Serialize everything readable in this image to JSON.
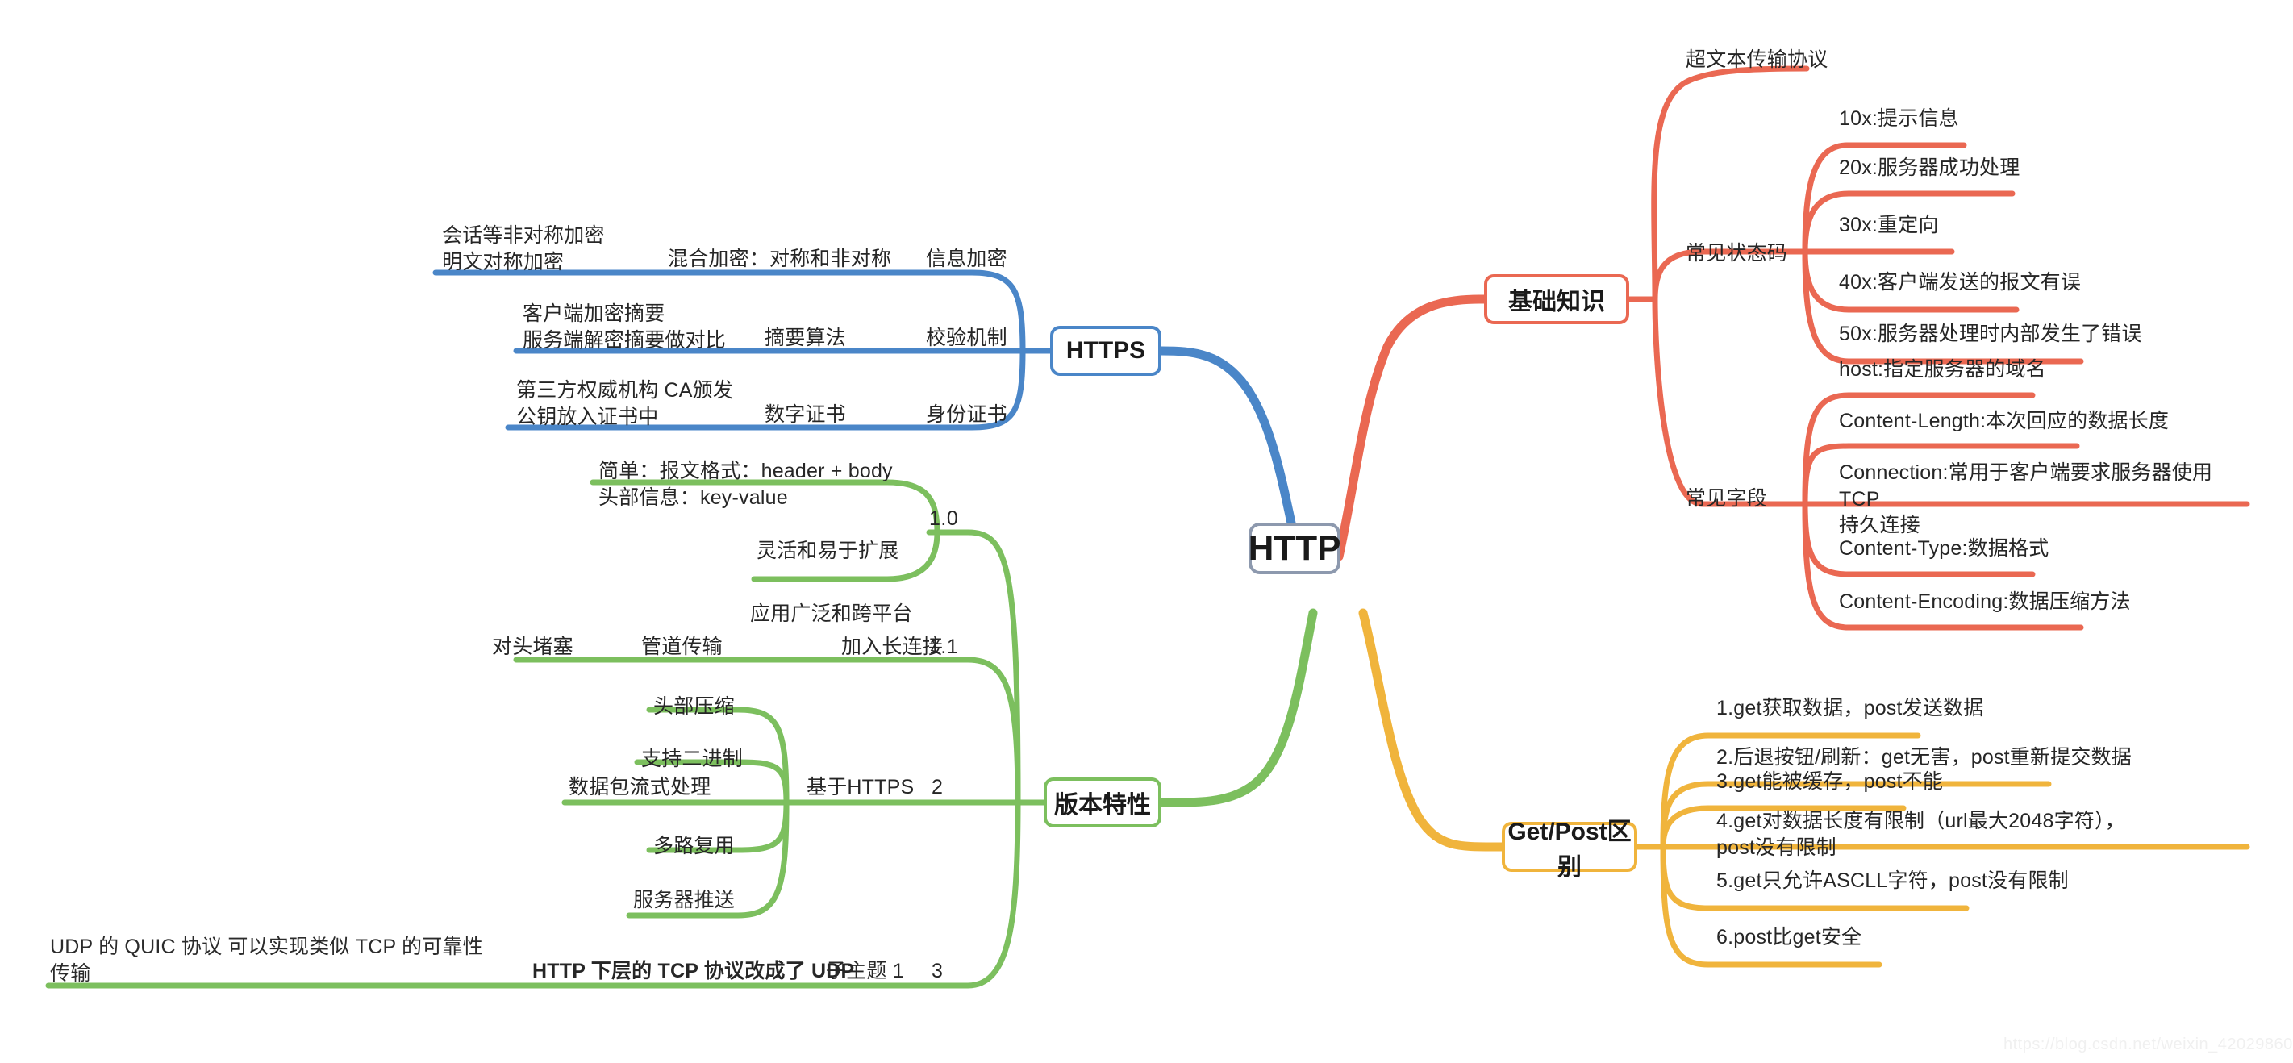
{
  "diagram": {
    "type": "mind-map",
    "root": {
      "label": "HTTP",
      "color": "#8d99ae"
    },
    "watermark": "https://blog.csdn.net/weixin_42029860"
  },
  "branches": {
    "basics": {
      "label": "基础知识",
      "color": "#ea6852",
      "children": [
        {
          "label": "超文本传输协议"
        },
        {
          "label": "常见状态码",
          "children": [
            {
              "label": "10x:提示信息"
            },
            {
              "label": "20x:服务器成功处理"
            },
            {
              "label": "30x:重定向"
            },
            {
              "label": "40x:客户端发送的报文有误"
            },
            {
              "label": "50x:服务器处理时内部发生了错误"
            }
          ]
        },
        {
          "label": "常见字段",
          "children": [
            {
              "label": "host:指定服务器的域名"
            },
            {
              "label": "Content-Length:本次回应的数据长度"
            },
            {
              "label": "Connection:常用于客户端要求服务器使用 TCP\n持久连接"
            },
            {
              "label": "Content-Type:数据格式"
            },
            {
              "label": "Content-Encoding:数据压缩方法"
            }
          ]
        }
      ]
    },
    "getpost": {
      "label": "Get/Post区别",
      "color": "#f0b43c",
      "children": [
        {
          "label": "1.get获取数据，post发送数据"
        },
        {
          "label": "2.后退按钮/刷新：get无害，post重新提交数据"
        },
        {
          "label": "3.get能被缓存，post不能"
        },
        {
          "label": "4.get对数据长度有限制（url最大2048字符），\npost没有限制"
        },
        {
          "label": "5.get只允许ASCLL字符，post没有限制"
        },
        {
          "label": "6.post比get安全"
        }
      ]
    },
    "https": {
      "label": "HTTPS",
      "color": "#4a86c8",
      "children": [
        {
          "label": "信息加密",
          "detail": "混合加密：对称和非对称",
          "leaf": "会话等非对称加密\n明文对称加密"
        },
        {
          "label": "校验机制",
          "detail": "摘要算法",
          "leaf": "客户端加密摘要\n服务端解密摘要做对比"
        },
        {
          "label": "身份证书",
          "detail": "数字证书",
          "leaf": "第三方权威机构 CA颁发\n公钥放入证书中"
        }
      ]
    },
    "versions": {
      "label": "版本特性",
      "color": "#7cbf5e",
      "children": [
        {
          "version": "1.0",
          "features": [
            {
              "label": "简单：报文格式：header + body\n头部信息：key-value"
            },
            {
              "label": "灵活和易于扩展"
            },
            {
              "label": "应用广泛和跨平台"
            }
          ]
        },
        {
          "version": "1.1",
          "features": [
            {
              "label": "加入长连接",
              "mid": "管道传输",
              "leaf": "对头堵塞"
            }
          ]
        },
        {
          "version": "2",
          "features": [
            {
              "label": "基于HTTPS",
              "subs": [
                "头部压缩",
                "支持二进制",
                "数据包流式处理",
                "多路复用",
                "服务器推送"
              ]
            }
          ]
        },
        {
          "version": "3",
          "features": [
            {
              "label": "子主题 1",
              "mid": "HTTP 下层的 TCP 协议改成了 UDP",
              "leaf": "UDP 的 QUIC 协议 可以实现类似 TCP 的可靠性\n传输"
            }
          ]
        }
      ]
    }
  },
  "labels": {
    "root": "HTTP",
    "basics": "基础知识",
    "getpost": "Get/Post区别",
    "https": "HTTPS",
    "versions": "版本特性",
    "b_c0": "超文本传输协议",
    "b_c1": "常见状态码",
    "b_c2": "常见字段",
    "sc0": "10x:提示信息",
    "sc1": "20x:服务器成功处理",
    "sc2": "30x:重定向",
    "sc3": "40x:客户端发送的报文有误",
    "sc4": "50x:服务器处理时内部发生了错误",
    "hd0": "host:指定服务器的域名",
    "hd1": "Content-Length:本次回应的数据长度",
    "hd2": "Connection:常用于客户端要求服务器使用 TCP\n持久连接",
    "hd3": "Content-Type:数据格式",
    "hd4": "Content-Encoding:数据压缩方法",
    "gp0": "1.get获取数据，post发送数据",
    "gp1": "2.后退按钮/刷新：get无害，post重新提交数据",
    "gp2": "3.get能被缓存，post不能",
    "gp3": "4.get对数据长度有限制（url最大2048字符），\npost没有限制",
    "gp4": "5.get只允许ASCLL字符，post没有限制",
    "gp5": "6.post比get安全",
    "hs_enc": "信息加密",
    "hs_enc_mid": "混合加密：对称和非对称",
    "hs_enc_leaf": "会话等非对称加密\n明文对称加密",
    "hs_chk": "校验机制",
    "hs_chk_mid": "摘要算法",
    "hs_chk_leaf": "客户端加密摘要\n服务端解密摘要做对比",
    "hs_id": "身份证书",
    "hs_id_mid": "数字证书",
    "hs_id_leaf": "第三方权威机构 CA颁发\n公钥放入证书中",
    "v10": "1.0",
    "v11": "1.1",
    "v2": "2",
    "v3": "3",
    "f_simple": "简单：报文格式：header + body\n头部信息：key-value",
    "f_flex": "灵活和易于扩展",
    "f_wide": "应用广泛和跨平台",
    "f_keep": "加入长连接",
    "f_pipe": "管道传输",
    "f_head": "对头堵塞",
    "f_https": "基于HTTPS",
    "f_hpack": "头部压缩",
    "f_bin": "支持二进制",
    "f_stream": "数据包流式处理",
    "f_mux": "多路复用",
    "f_push": "服务器推送",
    "f_sub1": "子主题 1",
    "f_udp": "HTTP 下层的 TCP 协议改成了 UDP",
    "f_quic": "UDP 的 QUIC 协议 可以实现类似 TCP 的可靠性\n传输",
    "watermark": "https://blog.csdn.net/weixin_42029860"
  },
  "colors": {
    "red": "#ea6852",
    "blue": "#4a86c8",
    "green": "#7cbf5e",
    "amber": "#f0b43c",
    "root": "#8d99ae",
    "text": "#262626",
    "background": "#ffffff"
  }
}
